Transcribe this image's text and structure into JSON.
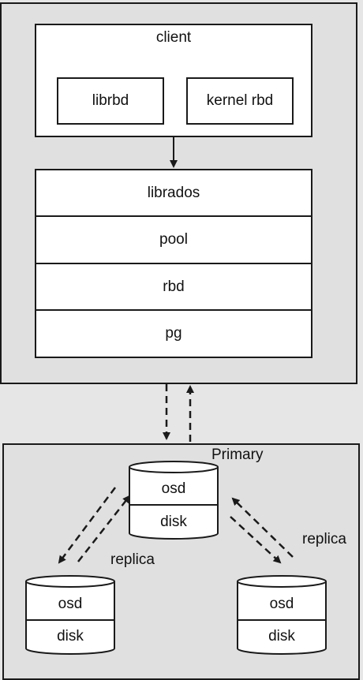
{
  "client_stack": {
    "client": {
      "title": "client",
      "libs": [
        "librbd",
        "kernel rbd"
      ]
    },
    "layers": [
      "librados",
      "pool",
      "rbd",
      "pg"
    ]
  },
  "storage": {
    "primary_label": "Primary",
    "primary_node": {
      "top": "osd",
      "bottom": "disk"
    },
    "left_node": {
      "top": "osd",
      "bottom": "disk"
    },
    "right_node": {
      "top": "osd",
      "bottom": "disk"
    },
    "replica_left": "replica",
    "replica_right": "replica"
  }
}
